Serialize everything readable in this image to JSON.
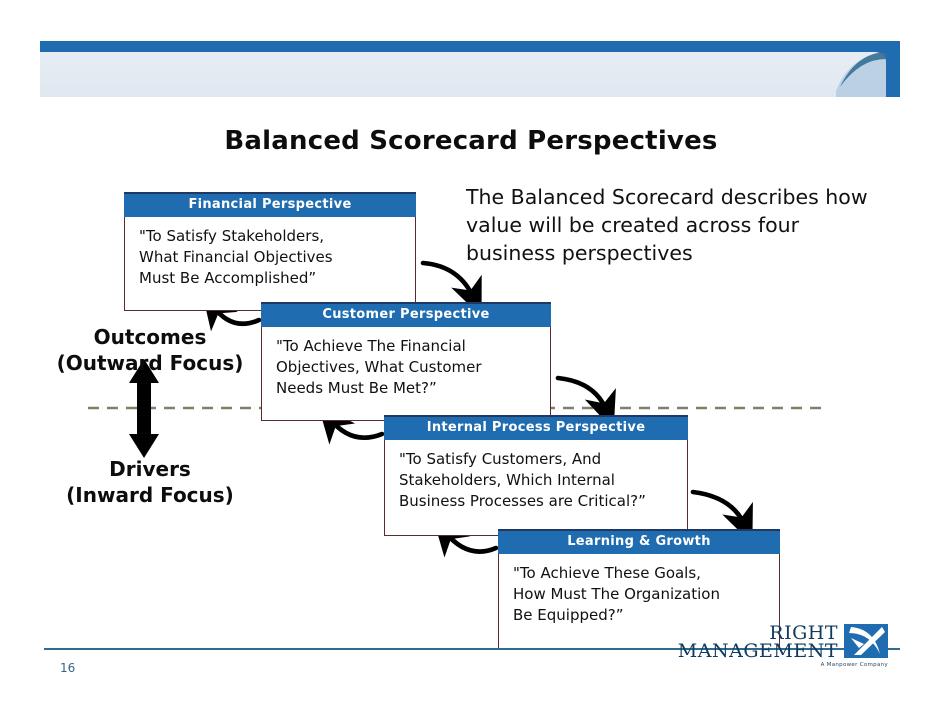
{
  "slide": {
    "title": "Balanced Scorecard Perspectives",
    "description": "The Balanced Scorecard describes how value will be created across four business perspectives",
    "page_number": "16"
  },
  "colors": {
    "header_band": "#1F6CB0",
    "header_body": "#e3eaf2",
    "box_header": "#1F6CB0",
    "box_header_top_border": "#1F3864",
    "box_border": "#5C2A2A",
    "dashed_divider": "#7F7F6B",
    "arrow": "#000000",
    "footer_rule": "#2E6B91",
    "page_number": "#35658a",
    "logo_blue": "#123a5e"
  },
  "perspectives": [
    {
      "id": "financial",
      "header": "Financial Perspective",
      "lines": [
        "\"To Satisfy Stakeholders,",
        "What Financial Objectives",
        "Must Be Accomplished”"
      ]
    },
    {
      "id": "customer",
      "header": "Customer Perspective",
      "lines": [
        "\"To Achieve The Financial",
        "Objectives, What Customer",
        "Needs Must Be Met?”"
      ]
    },
    {
      "id": "internal",
      "header": "Internal Process Perspective",
      "lines": [
        "\"To Satisfy Customers, And",
        "Stakeholders, Which Internal",
        "Business Processes are Critical?”"
      ]
    },
    {
      "id": "learning",
      "header": "Learning & Growth",
      "lines": [
        "\"To Achieve These Goals,",
        "How Must The Organization",
        "Be Equipped?”"
      ]
    }
  ],
  "side_labels": {
    "outcomes_line1": "Outcomes",
    "outcomes_line2": "(Outward Focus)",
    "drivers_line1": "Drivers",
    "drivers_line2": "(Inward Focus)"
  },
  "logo": {
    "line1": "RIGHT",
    "line2": "MANAGEMENT",
    "tagline": "A Manpower Company"
  }
}
